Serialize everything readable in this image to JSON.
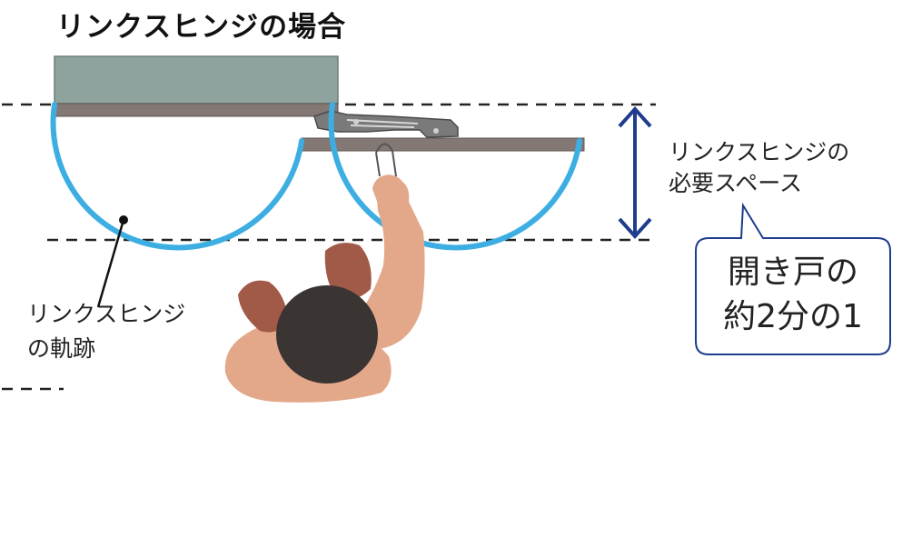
{
  "title": "リンクスヒンジの場合",
  "trajectory_label": {
    "line1": "リンクスヒンジ",
    "line2": "の軌跡"
  },
  "space_label": {
    "line1": "リンクスヒンジの",
    "line2": "必要スペース"
  },
  "callout": {
    "line1": "開き戸の",
    "line2": "約2分の1"
  },
  "colors": {
    "cabinet": "#8fa39e",
    "door": "#837874",
    "arc": "#3daee2",
    "arrow": "#1f3d8c",
    "callout_border": "#1f3d8c",
    "skin": "#e3a88a",
    "sleeve": "#a25a48",
    "hair": "#3a3433",
    "hinge": "#7a7a7a"
  },
  "icons": {
    "dimension_arrow": "double-headed-vertical-arrow-icon"
  }
}
